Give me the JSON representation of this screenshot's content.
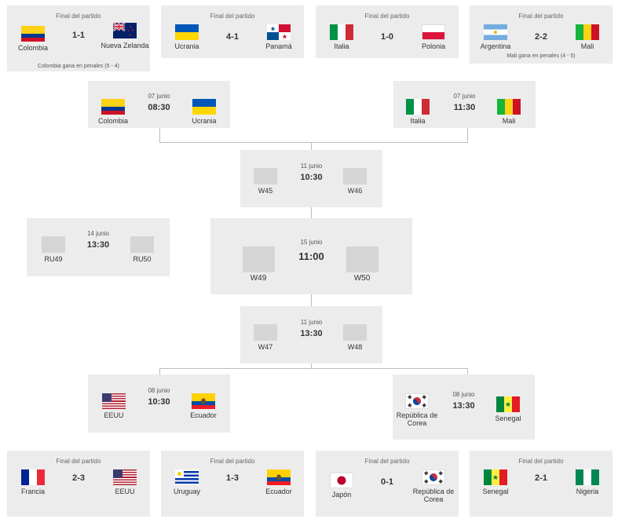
{
  "cards": {
    "r16_top_1": {
      "status": "Final del partido",
      "score": "1-1",
      "note": "Colombia gana en penales (5 - 4)",
      "team_a": "Colombia",
      "team_b": "Nueva Zelanda"
    },
    "r16_top_2": {
      "status": "Final del partido",
      "score": "4-1",
      "team_a": "Ucrania",
      "team_b": "Panamá"
    },
    "r16_top_3": {
      "status": "Final del partido",
      "score": "1-0",
      "team_a": "Italia",
      "team_b": "Polonia"
    },
    "r16_top_4": {
      "status": "Final del partido",
      "score": "2-2",
      "note": "Mali gana en penales (4 - 5)",
      "team_a": "Argentina",
      "team_b": "Mali"
    },
    "qf_top_left": {
      "date": "07 junio",
      "time": "08:30",
      "team_a": "Colombia",
      "team_b": "Ucrania"
    },
    "qf_top_right": {
      "date": "07 junio",
      "time": "11:30",
      "team_a": "Italia",
      "team_b": "Mali"
    },
    "sf_top": {
      "date": "11 junio",
      "time": "10:30",
      "team_a": "W45",
      "team_b": "W46"
    },
    "third_place": {
      "date": "14 junio",
      "time": "13:30",
      "team_a": "RU49",
      "team_b": "RU50"
    },
    "final": {
      "date": "15 junio",
      "time": "11:00",
      "team_a": "W49",
      "team_b": "W50"
    },
    "sf_bottom": {
      "date": "11 junio",
      "time": "13:30",
      "team_a": "W47",
      "team_b": "W48"
    },
    "qf_bottom_left": {
      "date": "08 junio",
      "time": "10:30",
      "team_a": "EEUU",
      "team_b": "Ecuador"
    },
    "qf_bottom_right": {
      "date": "08 junio",
      "time": "13:30",
      "team_a": "República de Corea",
      "team_b": "Senegal"
    },
    "r16_bot_1": {
      "status": "Final del partido",
      "score": "2-3",
      "team_a": "Francia",
      "team_b": "EEUU"
    },
    "r16_bot_2": {
      "status": "Final del partido",
      "score": "1-3",
      "team_a": "Uruguay",
      "team_b": "Ecuador"
    },
    "r16_bot_3": {
      "status": "Final del partido",
      "score": "0-1",
      "team_a": "Japón",
      "team_b": "República de Corea"
    },
    "r16_bot_4": {
      "status": "Final del partido",
      "score": "2-1",
      "team_a": "Senegal",
      "team_b": "Nigeria"
    }
  },
  "colors": {
    "card_bg": "#ececec",
    "connector": "#bdbdbd",
    "placeholder": "#d5d5d5"
  },
  "flags": [
    "colombia-flag",
    "new-zealand-flag",
    "ukraine-flag",
    "panama-flag",
    "italy-flag",
    "poland-flag",
    "argentina-flag",
    "mali-flag",
    "usa-flag",
    "ecuador-flag",
    "south-korea-flag",
    "senegal-flag",
    "france-flag",
    "uruguay-flag",
    "japan-flag",
    "nigeria-flag"
  ]
}
